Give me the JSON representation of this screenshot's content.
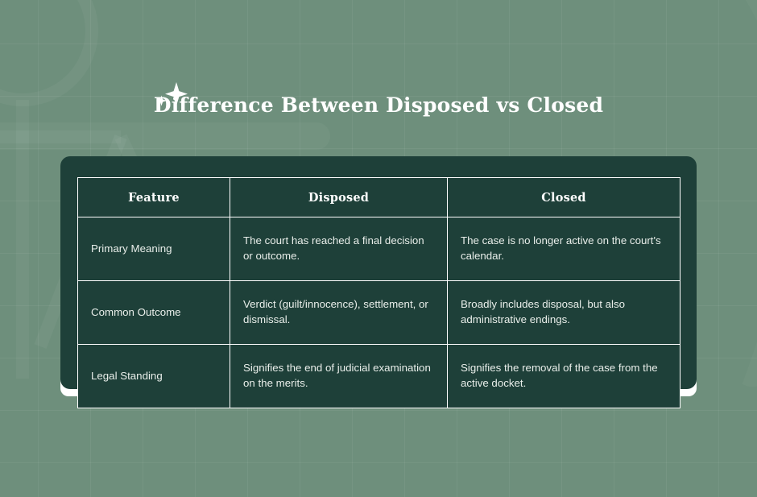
{
  "colors": {
    "background_green": "#6e8f7c",
    "card_dark_green": "#1e4039",
    "border_white": "#ffffff",
    "title_text": "#ffffff",
    "body_text": "#e9eeea"
  },
  "decor": {
    "sparkle_large_icon": "sparkle-large-icon",
    "sparkle_small_icon": "sparkle-small-icon",
    "watermark_icon": "scales-of-justice-watermark-icon",
    "grid_pattern": "faint-grid-lines"
  },
  "header": {
    "title": "Difference Between Disposed vs Closed"
  },
  "table": {
    "columns": [
      "Feature",
      "Disposed",
      "Closed"
    ],
    "rows": [
      {
        "feature": "Primary Meaning",
        "disposed": "The court has reached a final decision or outcome.",
        "closed": "The case is no longer active on the court's calendar."
      },
      {
        "feature": "Common Outcome",
        "disposed": "Verdict (guilt/innocence), settlement, or dismissal.",
        "closed": "Broadly includes disposal, but also administrative endings."
      },
      {
        "feature": "Legal Standing",
        "disposed": "Signifies the end of judicial examination on the merits.",
        "closed": "Signifies the removal of the case from the active docket."
      }
    ]
  }
}
